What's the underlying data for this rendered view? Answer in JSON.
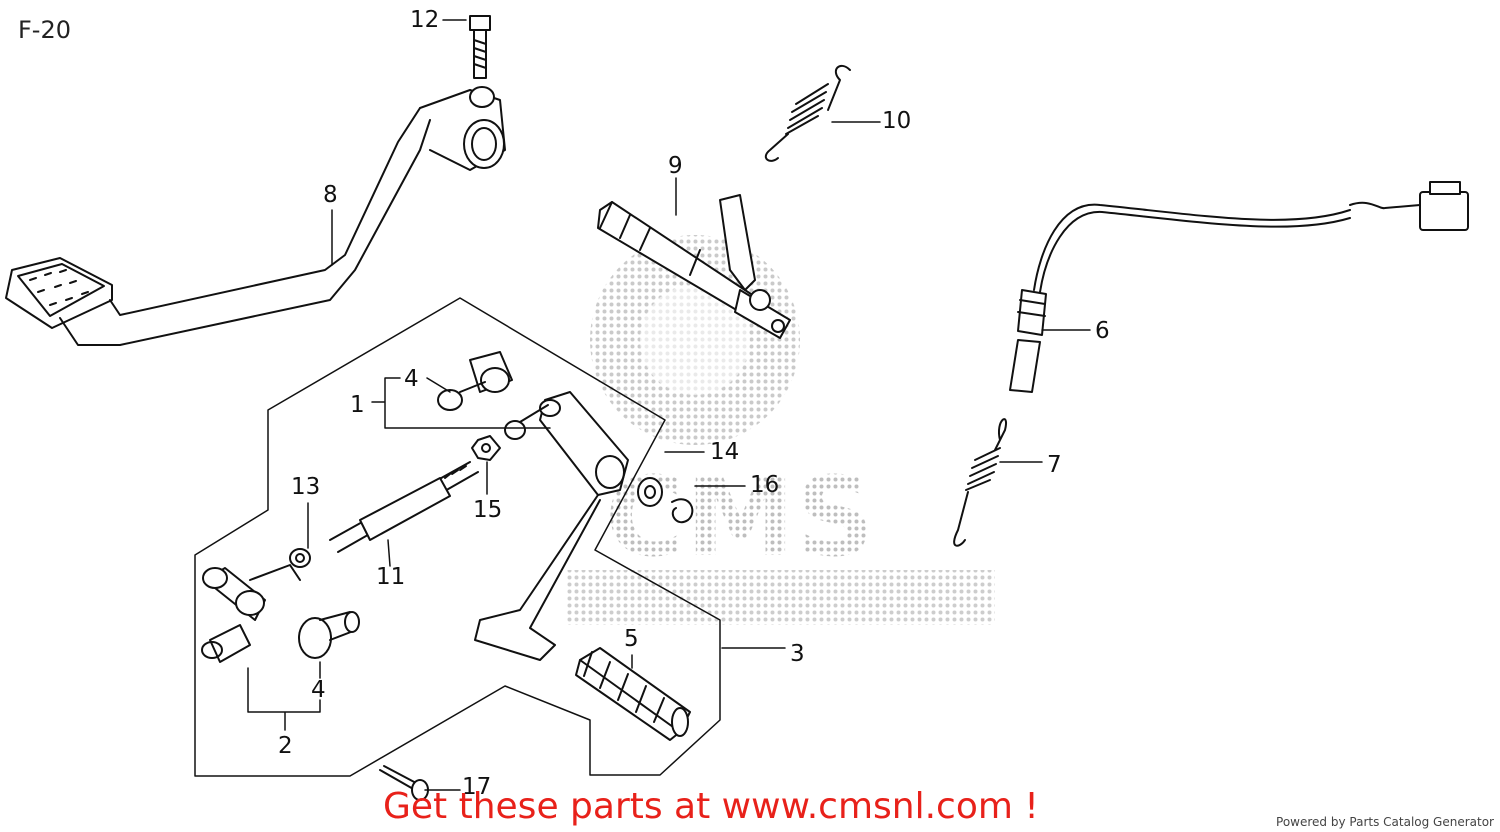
{
  "diagram": {
    "code": "F-20",
    "callouts": {
      "n1": "1",
      "n2": "2",
      "n3": "3",
      "n4a": "4",
      "n4b": "4",
      "n5": "5",
      "n6": "6",
      "n7": "7",
      "n8": "8",
      "n9": "9",
      "n10": "10",
      "n11": "11",
      "n12": "12",
      "n13": "13",
      "n14": "14",
      "n15": "15",
      "n16": "16",
      "n17": "17"
    }
  },
  "watermark": {
    "text": "CMS"
  },
  "cta": {
    "text": "Get these parts at www.cmsnl.com !"
  },
  "footer": {
    "powered": "Powered by Parts Catalog Generator"
  },
  "colors": {
    "cta": "#e8211a",
    "line": "#111111",
    "watermark": "#b8b8b8"
  }
}
